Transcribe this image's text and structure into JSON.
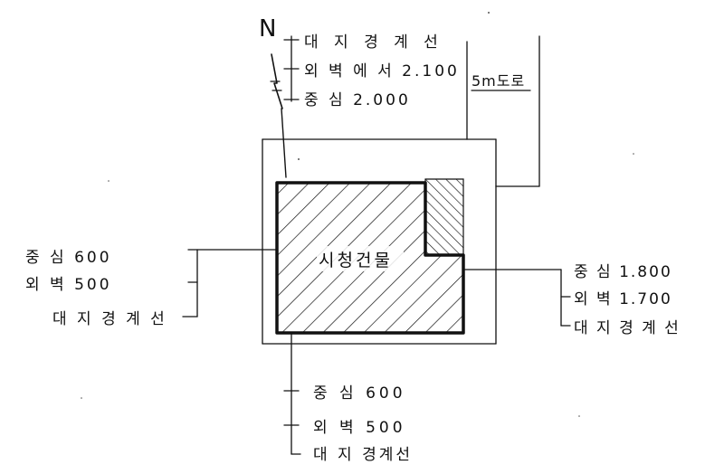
{
  "north_label": "N",
  "top": {
    "boundary": "대 지 경 계 선",
    "outer_wall": "외 벽 에 서 2.100",
    "center": "중  심   2.000",
    "road": "5m도로"
  },
  "building_label": "시청건물",
  "left": {
    "center": "중  심   600",
    "outer_wall": "외  벽   500",
    "boundary": "대 지 경 계 선"
  },
  "right": {
    "center": "중 심  1.800",
    "outer_wall": "외 벽  1.700",
    "boundary": "대 지  경 계 선"
  },
  "bottom": {
    "center": "중  심   600",
    "outer_wall": "외  벽   500",
    "boundary": "대  지  경계선"
  },
  "colors": {
    "ink": "#111111",
    "paper": "#ffffff"
  }
}
